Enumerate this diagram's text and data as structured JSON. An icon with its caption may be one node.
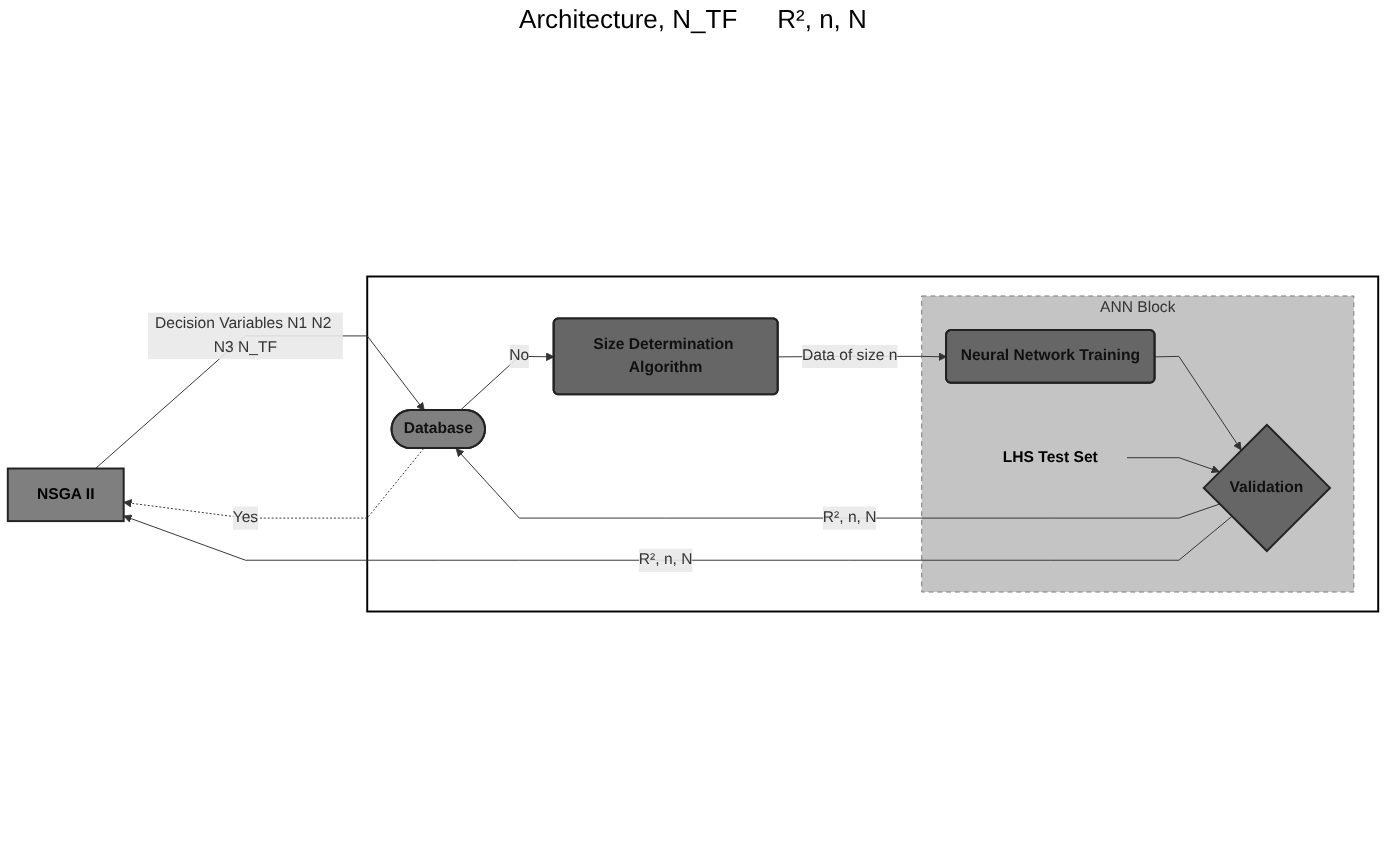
{
  "diagram": {
    "nodes": [
      {
        "text": [
          "NSGA II"
        ]
      },
      {
        "text": [],
        "shape": "box"
      },
      {
        "text": [
          "Database"
        ],
        "in": 1
      },
      {
        "text": [
          "Size Determination Algorithm"
        ],
        "in": 1
      },
      {
        "text": [
          "ANN Block"
        ],
        "in": 1
      },
      {
        "text": [
          "Neural Network Training"
        ],
        "in": 4
      },
      {
        "text": [
          "Validation"
        ],
        "in": 4
      },
      {
        "text": [
          "LHS Test Set"
        ],
        "in": 4
      }
    ],
    "edges": [
      {
        "from": 0,
        "to": 2,
        "arrow": "to",
        "label": "Decision Variables N1 N2 N3 N_TF"
      },
      {
        "from": 2,
        "to": 3,
        "arrow": "to",
        "label": "No"
      },
      {
        "from": 3,
        "to": 5,
        "arrow": "to",
        "label": "Data of size n"
      },
      {
        "from": 5,
        "to": 6,
        "arrow": "to"
      },
      {
        "from": 6,
        "to": 2,
        "arrow": "to",
        "label": "R², n, N"
      },
      {
        "from": 6,
        "to": 0,
        "arrow": "to",
        "label": "R², n, N"
      },
      {
        "from": 7,
        "to": 6,
        "arrow": "to"
      },
      {
        "from": 2,
        "to": 0,
        "arrow": "to",
        "label": "Yes",
        "style": "dashed"
      }
    ],
    "labels": [
      "Architecture, N_TF",
      "R², n, N"
    ]
  }
}
